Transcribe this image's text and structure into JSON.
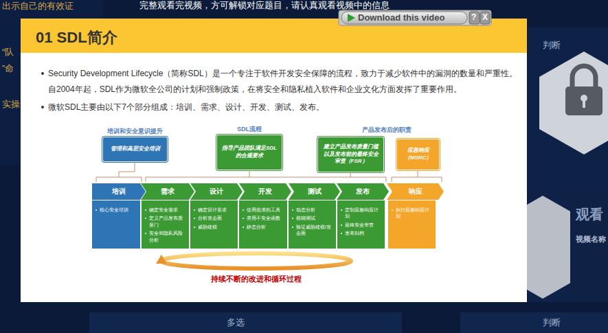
{
  "diagram": {
    "title": "01 SDL简介",
    "nodes": [
      {
        "text": [
          "培训和安全意识提升",
          "管理和高层安全培训"
        ]
      },
      {
        "text": [
          "SDL流程",
          "指导产品团队满足SDL的合规要求"
        ]
      },
      {
        "text": [
          "建立产品发布质量门槛以及发布前的最终安全审查（FSR）"
        ]
      },
      {
        "text": [
          "应急响应（MSRC）"
        ]
      },
      {
        "text": [
          "培训"
        ]
      },
      {
        "text": [
          "需求"
        ]
      },
      {
        "text": [
          "设计"
        ]
      },
      {
        "text": [
          "开发"
        ]
      },
      {
        "text": [
          "测试"
        ]
      },
      {
        "text": [
          "发布"
        ]
      },
      {
        "text": [
          "响应"
        ]
      },
      {
        "text": [
          "核心安全培训"
        ]
      },
      {
        "text": [
          "确定安全需求",
          "定义产品发布质量门",
          "安全和隐私风险分析"
        ]
      },
      {
        "text": [
          "确定设计要求",
          "分析攻击面",
          "威胁建模"
        ]
      },
      {
        "text": [
          "使用批准的工具",
          "弃用不安全函数",
          "静态分析"
        ]
      },
      {
        "text": [
          "动态分析",
          "模糊测试",
          "验证威胁建模/攻击面"
        ]
      },
      {
        "text": [
          "定制应急响应计划",
          "最终安全审查",
          "发布归档"
        ]
      },
      {
        "text": [
          "执行应急响应计划"
        ]
      }
    ],
    "labels": [
      "完整观看完视频，方可解锁对应题目，请认真观看视频中的信息",
      "Download this video",
      "?",
      "X",
      "出示自己的有效证",
      "“队",
      "”命",
      "实操",
      "判断",
      "观看",
      "视频名称",
      "多选",
      "判断",
      "Security Development Lifecycle（简称SDL）是一个专注于软件开发安全保障的流程，致力于减少软件中的漏洞的数量和严重性。自2004年起，SDL作为微软全公司的计划和强制政策，在将安全和隐私植入软件和企业文化方面发挥了重要作用。",
      "微软SDL主要由以下7个部分组成：培训、需求、设计、开发、测试、发布。",
      "产品发布后的职责",
      "持续不断的改进和循环过程"
    ]
  }
}
